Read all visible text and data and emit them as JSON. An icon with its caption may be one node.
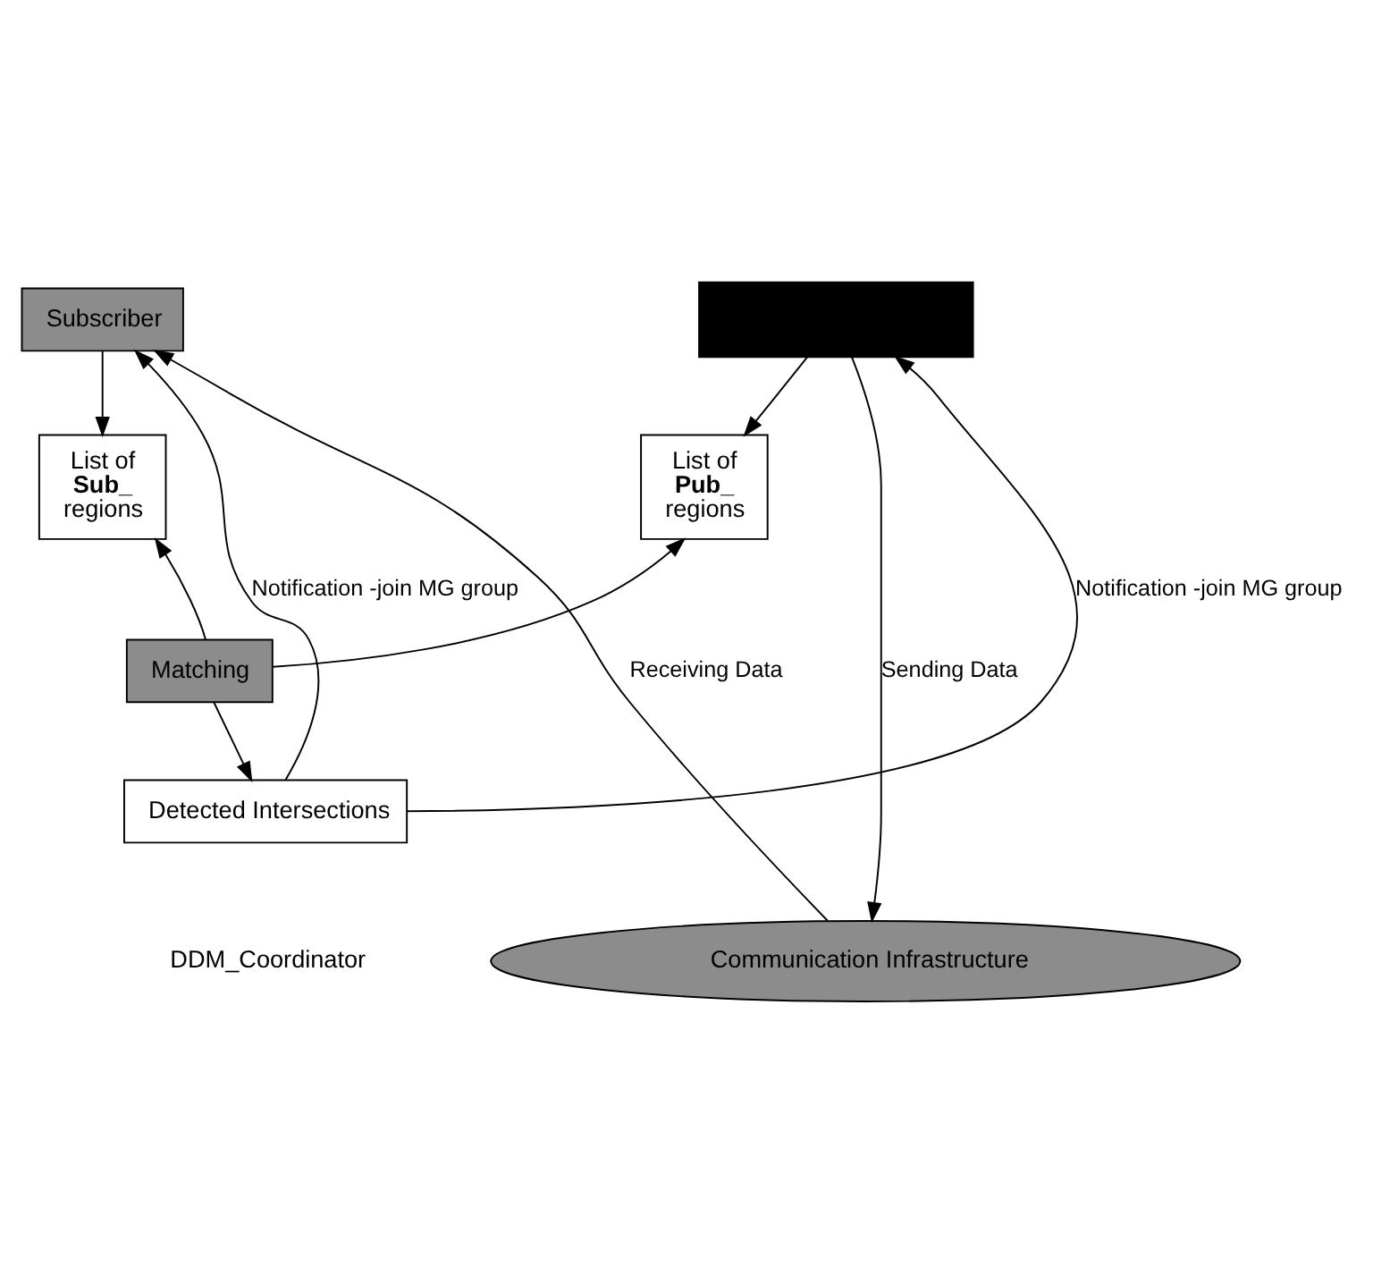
{
  "diagram": {
    "nodes": [
      {
        "text": [
          "Subscriber"
        ]
      },
      {
        "text": [],
        "shape": "box"
      },
      {
        "text": [
          "List of **Sub_** regions"
        ]
      },
      {
        "text": [
          "List of **Pub_** regions"
        ]
      },
      {
        "text": [
          "Matching"
        ]
      },
      {
        "text": [
          "Detected Intersections"
        ]
      },
      {
        "text": [
          "Communication Infrastructure"
        ]
      }
    ],
    "edges": [
      {
        "from": 0,
        "to": 2,
        "arrow": "to"
      },
      {
        "from": 1,
        "to": 3,
        "arrow": "to"
      },
      {
        "from": 4,
        "to": 2,
        "arrow": "to"
      },
      {
        "from": 4,
        "to": 3,
        "arrow": "to"
      },
      {
        "from": 4,
        "to": 5,
        "arrow": "to"
      },
      {
        "from": 5,
        "to": 0,
        "arrow": "to",
        "label": "Notification -join MG group"
      },
      {
        "from": 5,
        "to": 1,
        "arrow": "to",
        "label": "Notification -join MG group"
      },
      {
        "from": 6,
        "to": 0,
        "arrow": "to",
        "label": "Receiving Data"
      },
      {
        "from": 1,
        "to": 6,
        "arrow": "to",
        "label": "Sending Data"
      }
    ],
    "labels": [
      "DDM_Coordinator"
    ]
  }
}
